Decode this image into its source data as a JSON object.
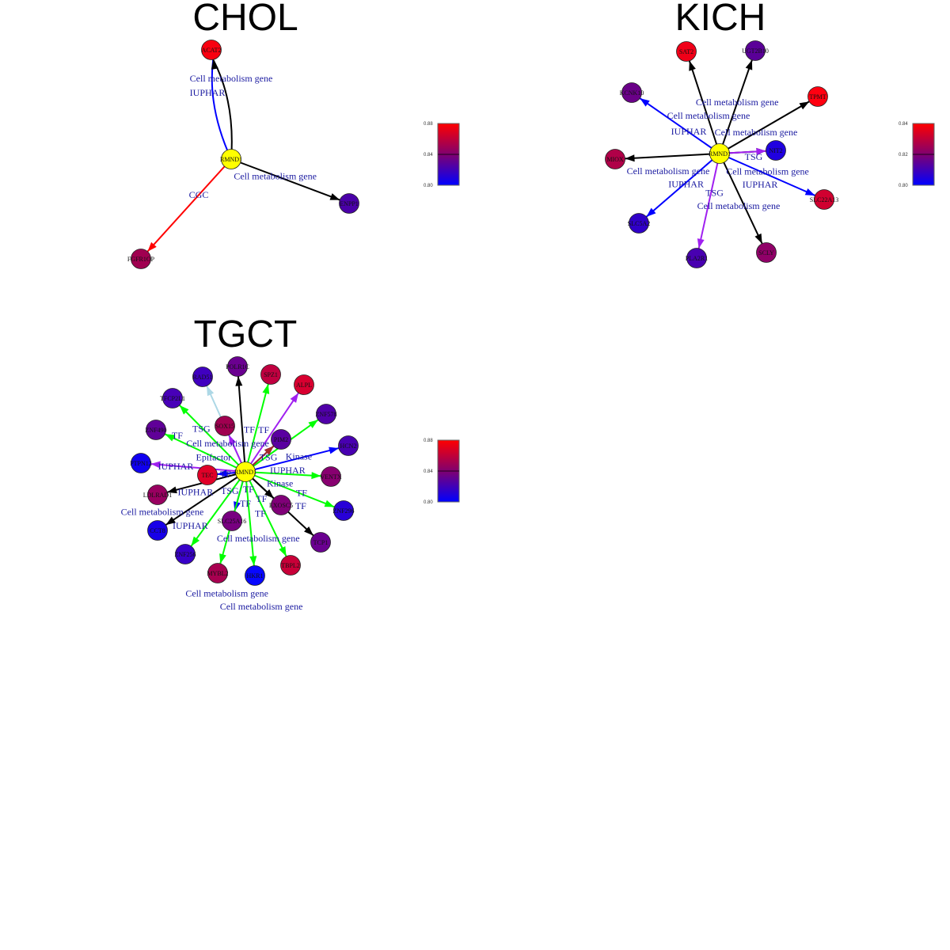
{
  "colors": {
    "low": "#0000ff",
    "high": "#ff0000",
    "hub": "#ffff00"
  },
  "panels": [
    {
      "title": "CHOL",
      "hub": "RMND1",
      "scale": [
        "0.88",
        "0.84",
        "0.80"
      ],
      "nodes": [
        {
          "label": "ACAT2",
          "color": "#f80010"
        },
        {
          "label": "ENPP1",
          "color": "#4a00a8"
        },
        {
          "label": "FGFR1OP",
          "color": "#a00050"
        }
      ],
      "edges": [
        {
          "to": "ACAT2",
          "color": "#0000ff",
          "label": "IUPHAR",
          "curve": -1
        },
        {
          "to": "ACAT2",
          "color": "#000000",
          "label": "Cell metabolism gene",
          "curve": 1
        },
        {
          "to": "ENPP1",
          "color": "#000000",
          "label": "Cell metabolism gene"
        },
        {
          "to": "FGFR1OP",
          "color": "#ff0000",
          "label": "CGC"
        }
      ]
    },
    {
      "title": "KICH",
      "hub": "RMND1",
      "scale": [
        "0.84",
        "0.82",
        "0.80"
      ],
      "nodes": [
        {
          "label": "SAT2",
          "color": "#f00018"
        },
        {
          "label": "UGT2B10",
          "color": "#5a0098"
        },
        {
          "label": "KCNK10",
          "color": "#6a0088"
        },
        {
          "label": "TPMT",
          "color": "#ff0010"
        },
        {
          "label": "MIOX",
          "color": "#b00048"
        },
        {
          "label": "NIT2",
          "color": "#2000e0"
        },
        {
          "label": "SLC22A13",
          "color": "#d00030"
        },
        {
          "label": "SLC5A2",
          "color": "#3000c8"
        },
        {
          "label": "PLA2R1",
          "color": "#4800b0"
        },
        {
          "label": "SCLY",
          "color": "#900068"
        }
      ],
      "edges": [
        {
          "to": "SAT2",
          "color": "#000000",
          "label": "Cell metabolism gene"
        },
        {
          "to": "UGT2B10",
          "color": "#000000",
          "label": "Cell metabolism gene"
        },
        {
          "to": "KCNK10",
          "color": "#0000ff",
          "label": "IUPHAR"
        },
        {
          "to": "TPMT",
          "color": "#000000",
          "label": "Cell metabolism gene"
        },
        {
          "to": "MIOX",
          "color": "#000000",
          "label": "Cell metabolism gene"
        },
        {
          "to": "NIT2",
          "color": "#000000",
          "label": "Cell metabolism gene"
        },
        {
          "to": "NIT2",
          "color": "#a020f0",
          "label": "TSG"
        },
        {
          "to": "SLC22A13",
          "color": "#0000ff",
          "label": "IUPHAR"
        },
        {
          "to": "SLC5A2",
          "color": "#0000ff",
          "label": "IUPHAR"
        },
        {
          "to": "PLA2R1",
          "color": "#a020f0",
          "label": "TSG"
        },
        {
          "to": "SCLY",
          "color": "#000000",
          "label": "Cell metabolism gene"
        }
      ]
    },
    {
      "title": "TGCT",
      "hub": "RMND1",
      "scale": [
        "0.88",
        "0.84",
        "0.80"
      ],
      "nodes": [
        {
          "label": "POLR1C",
          "color": "#6a0090"
        },
        {
          "label": "RAD51",
          "color": "#4000c0"
        },
        {
          "label": "SPZ1",
          "color": "#c00040"
        },
        {
          "label": "ALPL",
          "color": "#d80030"
        },
        {
          "label": "TFCP2L1",
          "color": "#4800b8"
        },
        {
          "label": "ZNF578",
          "color": "#5000a8"
        },
        {
          "label": "SOX15",
          "color": "#a00050"
        },
        {
          "label": "PIM2",
          "color": "#5a00a0"
        },
        {
          "label": "ZNF490",
          "color": "#600098"
        },
        {
          "label": "HCN2",
          "color": "#4800b0"
        },
        {
          "label": "PTPN12",
          "color": "#1000f0"
        },
        {
          "label": "TEC",
          "color": "#e00028"
        },
        {
          "label": "VENTX",
          "color": "#880070"
        },
        {
          "label": "LDLRAD1",
          "color": "#980060"
        },
        {
          "label": "ZNF296",
          "color": "#2800d8"
        },
        {
          "label": "EXOSC5",
          "color": "#800078"
        },
        {
          "label": "SLC25A16",
          "color": "#780080"
        },
        {
          "label": "CCT8",
          "color": "#1800e8"
        },
        {
          "label": "TCP1",
          "color": "#6a0090"
        },
        {
          "label": "ZNF256",
          "color": "#3800c8"
        },
        {
          "label": "MYBL2",
          "color": "#a80050"
        },
        {
          "label": "HKR1",
          "color": "#0808ff"
        },
        {
          "label": "TBPL2",
          "color": "#c80038"
        }
      ],
      "edges": [
        {
          "to": "POLR1C",
          "color": "#000000",
          "label": "Cell metabolism gene"
        },
        {
          "to": "RAD51",
          "color": "#add8e6",
          "label": "Epifactor"
        },
        {
          "to": "SPZ1",
          "color": "#00ff00",
          "label": "TF"
        },
        {
          "to": "ALPL",
          "color": "#a020f0",
          "label": "TSG"
        },
        {
          "to": "TFCP2L1",
          "color": "#00ff00",
          "label": "TF"
        },
        {
          "to": "ZNF578",
          "color": "#00ff00",
          "label": "TF"
        },
        {
          "to": "SOX15",
          "color": "#a020f0",
          "label": "TSG"
        },
        {
          "to": "PIM2",
          "color": "#0000ff",
          "label": "IUPHAR"
        },
        {
          "to": "PIM2",
          "color": "#a52a2a",
          "label": "Kinase"
        },
        {
          "to": "ZNF490",
          "color": "#00ff00",
          "label": "TF"
        },
        {
          "to": "HCN2",
          "color": "#0000ff",
          "label": "IUPHAR"
        },
        {
          "to": "PTPN12",
          "color": "#a020f0",
          "label": "TSG"
        },
        {
          "to": "TEC",
          "color": "#a52a2a",
          "label": "Kinase"
        },
        {
          "to": "TEC",
          "color": "#0000ff",
          "label": "IUPHAR"
        },
        {
          "to": "VENTX",
          "color": "#00ff00",
          "label": "TF"
        },
        {
          "to": "LDLRAD1",
          "color": "#000000",
          "label": "Cell metabolism gene"
        },
        {
          "to": "ZNF296",
          "color": "#00ff00",
          "label": "TF"
        },
        {
          "to": "EXOSC5",
          "color": "#000000",
          "label": "Cell metabolism gene"
        },
        {
          "to": "SLC25A16",
          "color": "#0000ff",
          "label": "IUPHAR"
        },
        {
          "to": "CCT8",
          "color": "#000000",
          "label": "Cell metabolism gene"
        },
        {
          "to": "TCP1",
          "color": "#000000",
          "label": "Cell metabolism gene"
        },
        {
          "to": "ZNF256",
          "color": "#00ff00",
          "label": "TF"
        },
        {
          "to": "MYBL2",
          "color": "#00ff00",
          "label": "TF"
        },
        {
          "to": "HKR1",
          "color": "#00ff00",
          "label": "TF"
        },
        {
          "to": "TBPL2",
          "color": "#00ff00",
          "label": "TF"
        }
      ]
    }
  ]
}
